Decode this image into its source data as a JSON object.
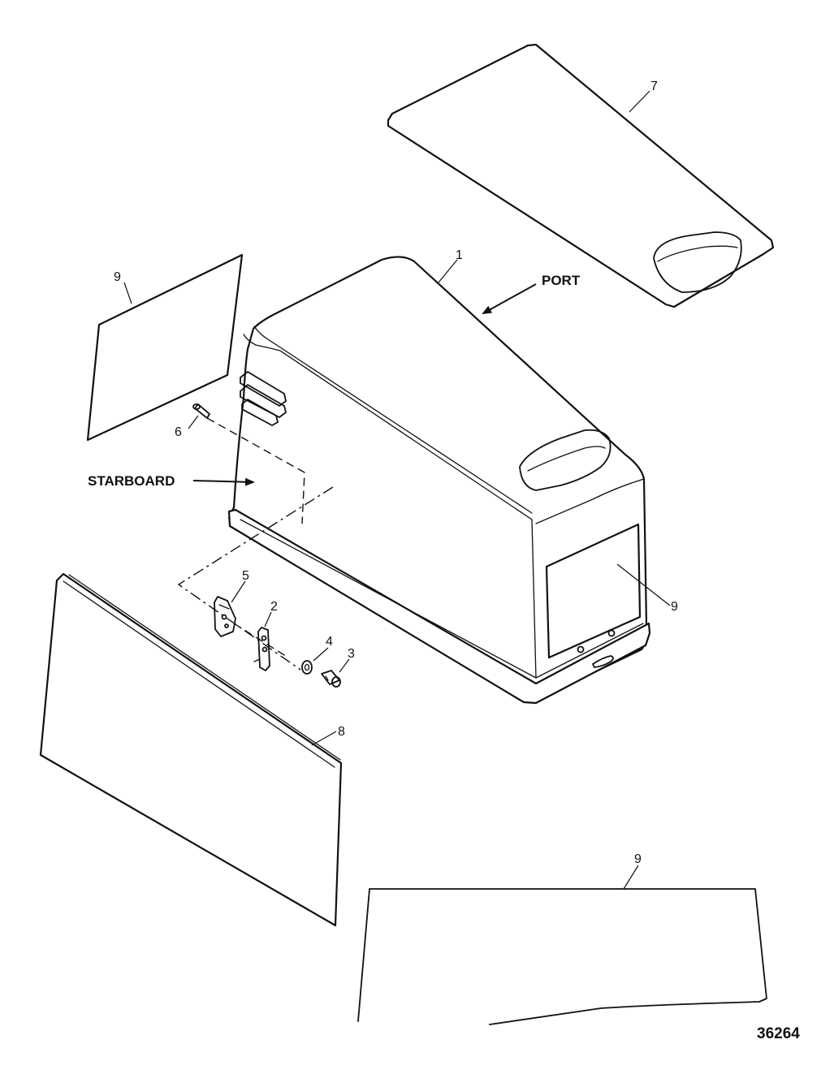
{
  "figure_number": "36264",
  "directions": {
    "port": "PORT",
    "starboard": "STARBOARD"
  },
  "callouts": {
    "cowl": "1",
    "bracket": "2",
    "screw": "3",
    "washer": "4",
    "latch": "5",
    "pin": "6",
    "top_decal": "7",
    "side_decal": "8",
    "decal_left": "9",
    "decal_rear": "9",
    "decal_bottom": "9"
  },
  "colors": {
    "line": "#111111",
    "background": "#ffffff"
  }
}
